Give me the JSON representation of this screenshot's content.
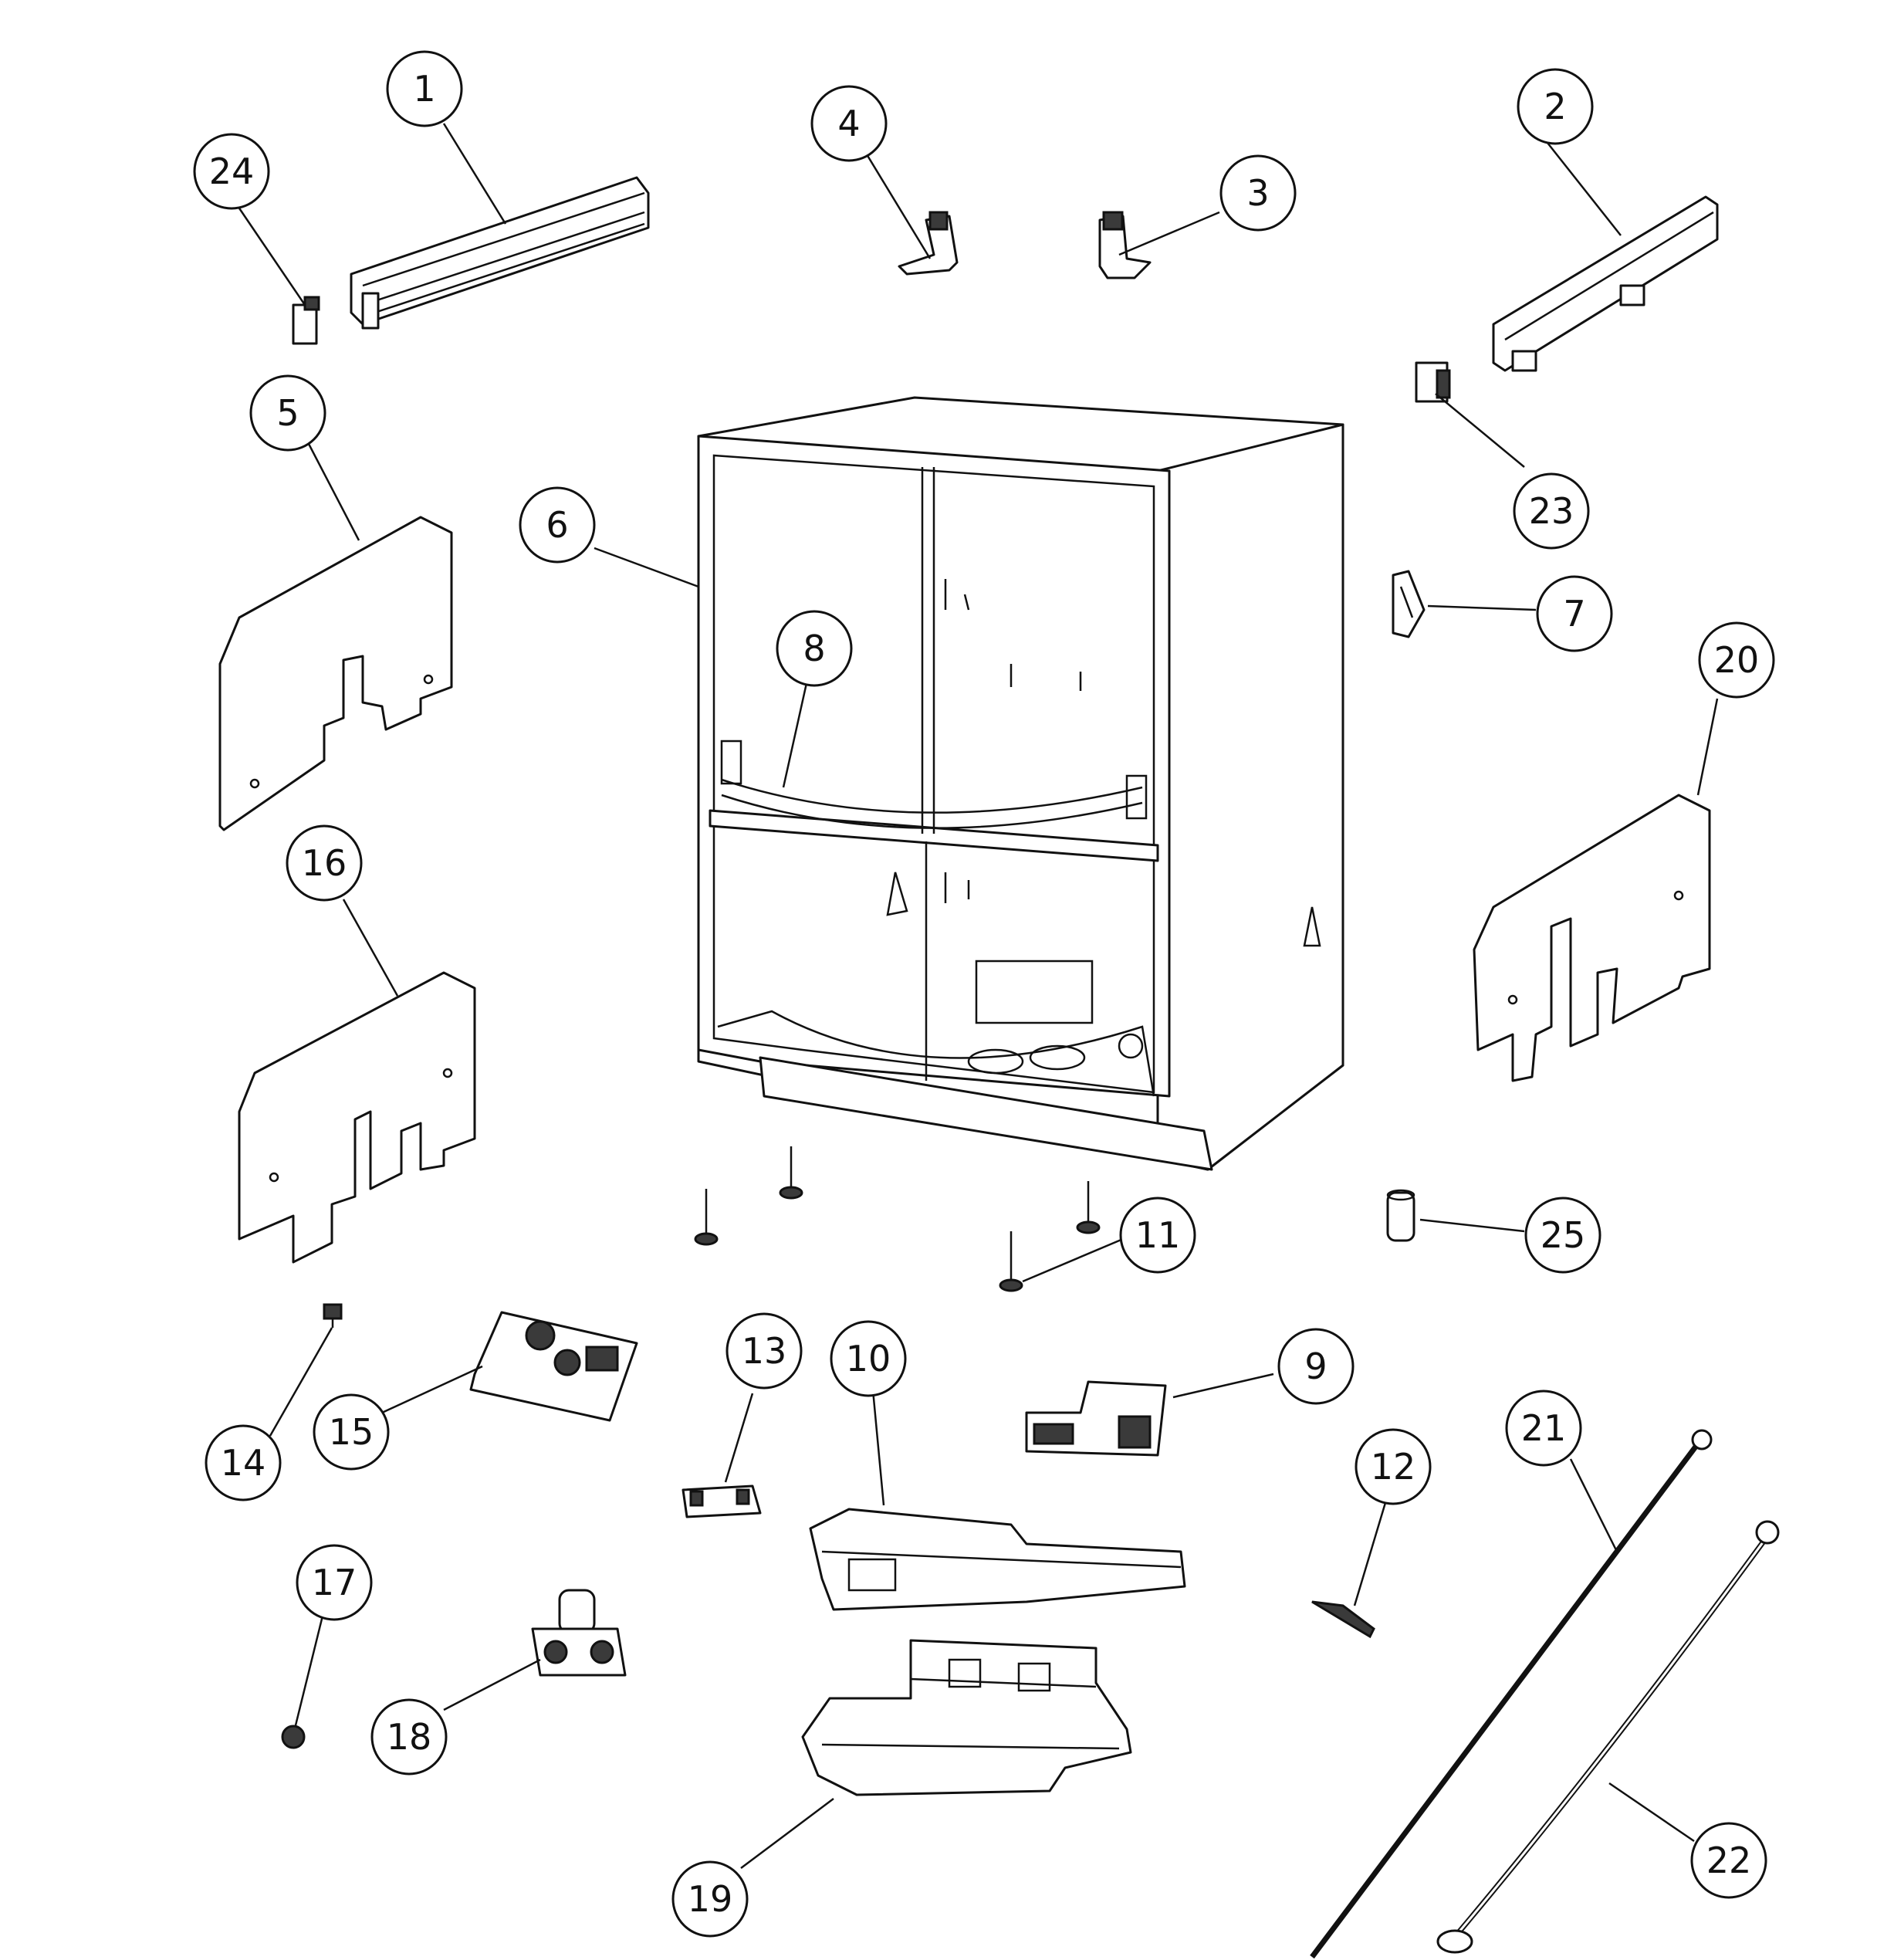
{
  "colors": {
    "line": "#111111",
    "background": "#ffffff"
  },
  "callouts": [
    {
      "id": "1",
      "label": "1"
    },
    {
      "id": "2",
      "label": "2"
    },
    {
      "id": "3",
      "label": "3"
    },
    {
      "id": "4",
      "label": "4"
    },
    {
      "id": "5",
      "label": "5"
    },
    {
      "id": "6",
      "label": "6"
    },
    {
      "id": "7",
      "label": "7"
    },
    {
      "id": "8",
      "label": "8"
    },
    {
      "id": "9",
      "label": "9"
    },
    {
      "id": "10",
      "label": "10"
    },
    {
      "id": "11",
      "label": "11"
    },
    {
      "id": "12",
      "label": "12"
    },
    {
      "id": "13",
      "label": "13"
    },
    {
      "id": "14",
      "label": "14"
    },
    {
      "id": "15",
      "label": "15"
    },
    {
      "id": "16",
      "label": "16"
    },
    {
      "id": "17",
      "label": "17"
    },
    {
      "id": "18",
      "label": "18"
    },
    {
      "id": "19",
      "label": "19"
    },
    {
      "id": "20",
      "label": "20"
    },
    {
      "id": "21",
      "label": "21"
    },
    {
      "id": "22",
      "label": "22"
    },
    {
      "id": "23",
      "label": "23"
    },
    {
      "id": "24",
      "label": "24"
    },
    {
      "id": "25",
      "label": "25"
    }
  ]
}
